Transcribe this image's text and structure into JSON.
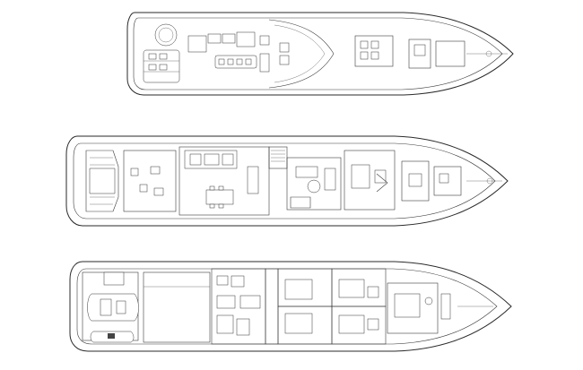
{
  "drawing": {
    "views": [
      {
        "id": "upper-deck"
      },
      {
        "id": "main-deck"
      },
      {
        "id": "lower-deck"
      }
    ],
    "colors": {
      "background": "#ffffff",
      "line": "#2a2a2a"
    }
  }
}
